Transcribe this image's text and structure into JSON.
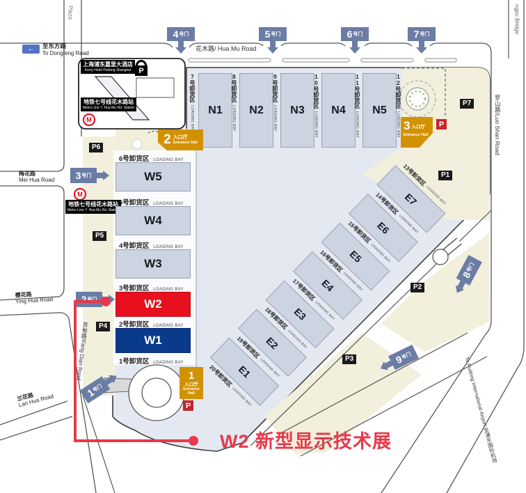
{
  "annotation": {
    "label": "W2 新型显示技术展"
  },
  "roads": {
    "plaza": "Plaza",
    "to_dongfeng_zh": "至东方路",
    "to_dongfeng_en": "To Dongfeng Road",
    "hua_mu": "花木路/ Hua Mu Road",
    "mei_hua_zh": "梅花路",
    "mei_hua_en": "Mei Hua Road",
    "ying_hua_zh": "樱花路",
    "ying_hua_en": "Ying Hua Road",
    "lan_hua_zh": "兰花路",
    "lan_hua_en": "Lan Hua Road",
    "fang_dian": "芳甸路/Fang Dian Road",
    "luo_shan": "罗山路/Luo Shan Road",
    "bridge": "ngpu Bridge",
    "pudong_zh": "至浦东国际机场",
    "pudong_en": "To Pudong International Airport"
  },
  "landmarks": {
    "hotel_zh": "上海浦东嘉里大酒店",
    "hotel_en": "Kerry Hotel Pudong Shanghai",
    "metro_zh": "地铁七号线花木路站",
    "metro_en": "Metro Line 7: Hua Mu Rd. Station",
    "metro_m": "M",
    "parking_p": "P"
  },
  "icons": {
    "left_arrow": "←"
  },
  "gates": {
    "suffix": "号门",
    "n1": "1",
    "n2": "2",
    "n3": "3",
    "n4": "4",
    "n5": "5",
    "n6": "6",
    "n7": "7",
    "n8": "8",
    "n9": "9"
  },
  "entrances": {
    "zh": "入口厅",
    "en": "Entrance Hall",
    "n1": "1",
    "n2": "2",
    "n3": "3"
  },
  "parking": {
    "p1": "P1",
    "p2": "P2",
    "p3": "P3",
    "p4": "P4",
    "p5": "P5",
    "p6": "P6",
    "p7": "P7"
  },
  "halls": {
    "n1": "N1",
    "n2": "N2",
    "n3": "N3",
    "n4": "N4",
    "n5": "N5",
    "w1": "W1",
    "w2": "W2",
    "w3": "W3",
    "w4": "W4",
    "w5": "W5",
    "e1": "E1",
    "e2": "E2",
    "e3": "E3",
    "e4": "E4",
    "e5": "E5",
    "e6": "E6",
    "e7": "E7"
  },
  "bays": {
    "loading": "LOADING BAY",
    "b1": "1号卸货区",
    "b2": "2号卸货区",
    "b3": "3号卸货区",
    "b4": "4号卸货区",
    "b5": "5号卸货区",
    "b6": "6号卸货区",
    "b7": "7号卸货区",
    "b8": "8号卸货区",
    "b9": "9号卸货区",
    "b10": "10号卸货区",
    "b11": "11号卸货区",
    "b12": "12号卸货区",
    "b13": "13号卸货区",
    "b14": "14号卸货区",
    "b15": "15号卸货区",
    "b16": "16号卸货区",
    "b17": "17号卸货区",
    "b18": "18号卸货区",
    "b19": "19号卸货区",
    "b20": "20号卸货区"
  },
  "colors": {
    "gate_blue": "#6b7da5",
    "hall_gray": "#ccd3e1",
    "hall_red": "#e8101e",
    "hall_blue": "#0a3a8c",
    "entrance_orange": "#d29200",
    "parking_beige": "#f2efdc",
    "site_gray": "#e4e8f1",
    "annotation_red": "#e8394a",
    "metro_red": "#e60012"
  }
}
